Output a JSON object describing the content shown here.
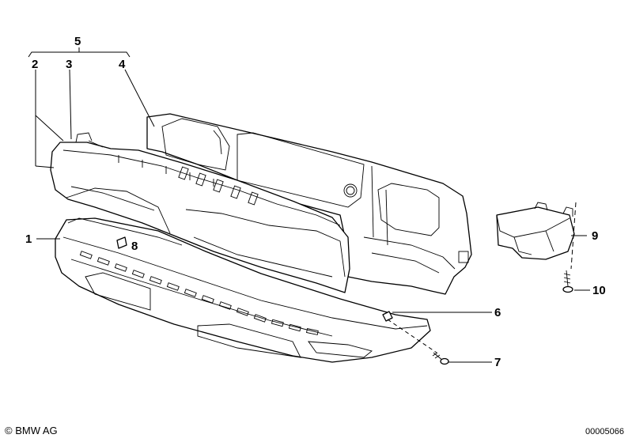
{
  "callouts": [
    {
      "id": "5",
      "text": "5"
    },
    {
      "id": "2",
      "text": "2"
    },
    {
      "id": "3",
      "text": "3"
    },
    {
      "id": "4",
      "text": "4"
    },
    {
      "id": "1",
      "text": "1"
    },
    {
      "id": "8",
      "text": "8"
    },
    {
      "id": "9",
      "text": "9"
    },
    {
      "id": "10",
      "text": "10"
    },
    {
      "id": "6",
      "text": "6"
    },
    {
      "id": "7",
      "text": "7"
    }
  ],
  "footer": {
    "copyright": "© BMW AG",
    "diagram_number": "00005066"
  }
}
